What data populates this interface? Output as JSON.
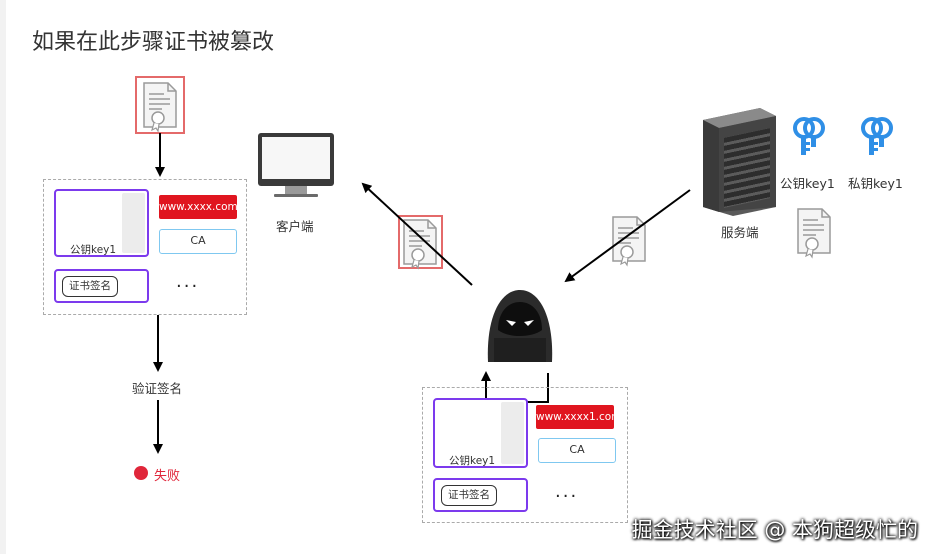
{
  "title": "如果在此步骤证书被篡改",
  "client": {
    "label": "客户端"
  },
  "server": {
    "label": "服务端",
    "public_key_label": "公钥key1",
    "private_key_label": "私钥key1"
  },
  "left_cert": {
    "public_key_label": "公钥key1",
    "domain": "www.xxxx.com",
    "ca": "CA",
    "signature": "证书签名",
    "ellipsis": "···"
  },
  "verify": {
    "label": "验证签名"
  },
  "result": {
    "label": "失败",
    "color": "#e0263a"
  },
  "hacker_cert": {
    "public_key_label": "公钥key1",
    "domain": "www.xxxx1.com",
    "ca": "CA",
    "signature": "证书签名",
    "ellipsis": "···"
  },
  "watermark": "掘金技术社区 @ 本狗超级忙的",
  "colors": {
    "accent_purple": "#7c3aed",
    "domain_red": "#e0151f",
    "key_blue": "#2f8fe6",
    "highlight_red": "#e46a6a"
  },
  "icons": [
    "document-certificate-icon",
    "monitor-icon",
    "server-icon",
    "key-icon",
    "shield-key-icon",
    "hacker-icon"
  ]
}
